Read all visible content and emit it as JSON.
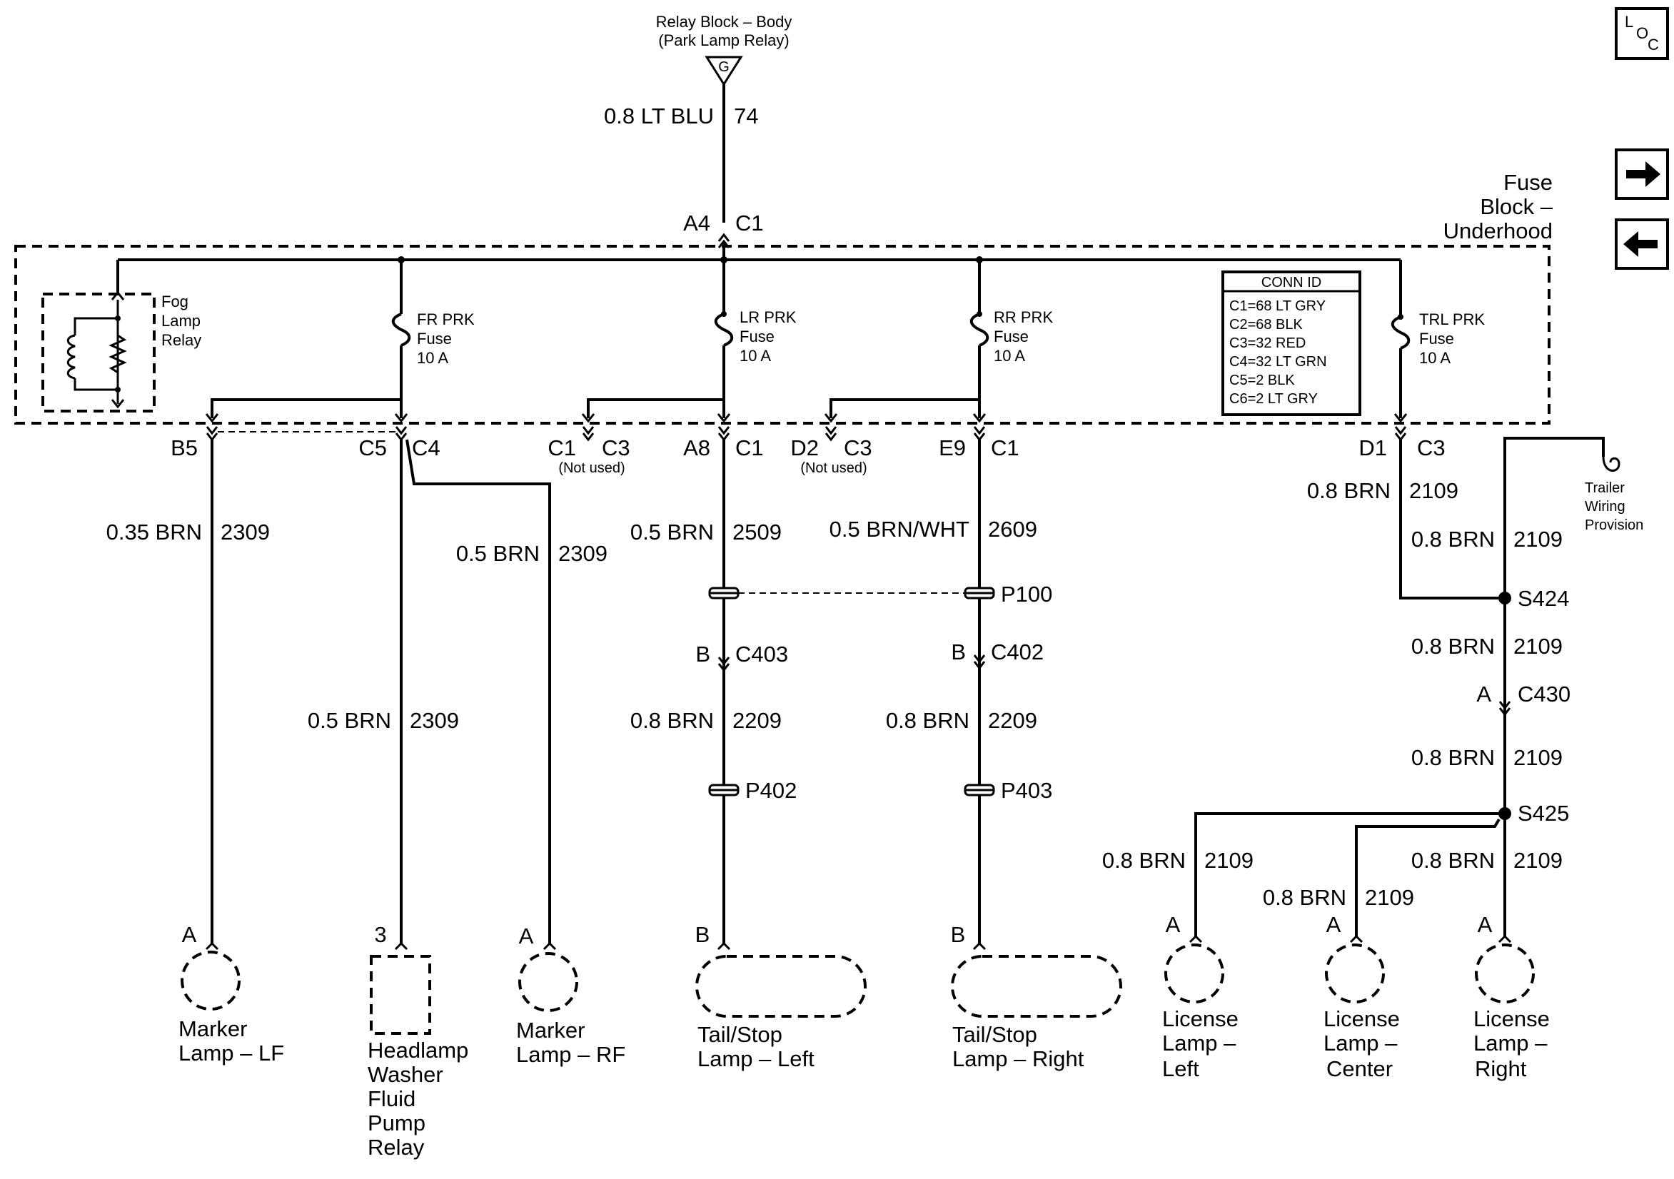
{
  "relay_block": {
    "line1": "Relay Block – Body",
    "line2": "(Park Lamp Relay)",
    "terminal": "G"
  },
  "top_wire": {
    "size_color": "0.8 LT BLU",
    "circuit": "74"
  },
  "fuse_block_pins": {
    "input_pin": "A4",
    "input_conn": "C1"
  },
  "fuse_block": {
    "line1": "Fuse",
    "line2": "Block –",
    "line3": "Underhood"
  },
  "fog_relay": {
    "line1": "Fog",
    "line2": "Lamp",
    "line3": "Relay"
  },
  "fuses": [
    {
      "name": "FR PRK",
      "type": "Fuse",
      "rating": "10 A"
    },
    {
      "name": "LR PRK",
      "type": "Fuse",
      "rating": "10 A"
    },
    {
      "name": "RR PRK",
      "type": "Fuse",
      "rating": "10 A"
    },
    {
      "name": "TRL PRK",
      "type": "Fuse",
      "rating": "10 A"
    }
  ],
  "conn_id": {
    "title": "CONN ID",
    "rows": [
      "C1=68 LT GRY",
      "C2=68 BLK",
      "C3=32 RED",
      "C4=32 LT GRN",
      "C5=2 BLK",
      "C6=2 LT GRY"
    ]
  },
  "pins": {
    "b5": "B5",
    "c5": "C5",
    "c4": "C4",
    "c1a": "C1",
    "c3a": "C3",
    "not_used_a": "(Not used)",
    "a8": "A8",
    "c1b": "C1",
    "d2": "D2",
    "c3b": "C3",
    "not_used_b": "(Not used)",
    "e9": "E9",
    "c1c": "C1",
    "d1": "D1",
    "c3c": "C3"
  },
  "wires": {
    "lf_marker": {
      "size_color": "0.35 BRN",
      "circuit": "2309"
    },
    "rf_marker": {
      "size_color": "0.5 BRN",
      "circuit": "2309"
    },
    "washer": {
      "size_color": "0.5 BRN",
      "circuit": "2309"
    },
    "lr_upper": {
      "size_color": "0.5 BRN",
      "circuit": "2509"
    },
    "lr_lower": {
      "size_color": "0.8 BRN",
      "circuit": "2209"
    },
    "rr_upper": {
      "size_color": "0.5 BRN/WHT",
      "circuit": "2609"
    },
    "rr_lower": {
      "size_color": "0.8 BRN",
      "circuit": "2209"
    },
    "trl_1": {
      "size_color": "0.8 BRN",
      "circuit": "2109"
    },
    "trl_2": {
      "size_color": "0.8 BRN",
      "circuit": "2109"
    },
    "trl_3": {
      "size_color": "0.8 BRN",
      "circuit": "2109"
    },
    "trl_4": {
      "size_color": "0.8 BRN",
      "circuit": "2109"
    },
    "lic_left": {
      "size_color": "0.8 BRN",
      "circuit": "2109"
    },
    "lic_center": {
      "size_color": "0.8 BRN",
      "circuit": "2109"
    },
    "lic_right": {
      "size_color": "0.8 BRN",
      "circuit": "2109"
    }
  },
  "passthroughs": {
    "p100": "P100",
    "p402": "P402",
    "p403": "P403"
  },
  "connectors": {
    "c403": {
      "pin": "B",
      "name": "C403"
    },
    "c402": {
      "pin": "B",
      "name": "C402"
    },
    "c430": {
      "pin": "A",
      "name": "C430"
    }
  },
  "splices": {
    "s424": "S424",
    "s425": "S425"
  },
  "trailer": {
    "line1": "Trailer",
    "line2": "Wiring",
    "line3": "Provision"
  },
  "components": {
    "marker_lf": {
      "pin": "A",
      "line1": "Marker",
      "line2": "Lamp – LF"
    },
    "washer": {
      "pin": "3",
      "line1": "Headlamp",
      "line2": "Washer",
      "line3": "Fluid",
      "line4": "Pump",
      "line5": "Relay"
    },
    "marker_rf": {
      "pin": "A",
      "line1": "Marker",
      "line2": "Lamp – RF"
    },
    "tail_left": {
      "pin": "B",
      "line1": "Tail/Stop",
      "line2": "Lamp – Left"
    },
    "tail_right": {
      "pin": "B",
      "line1": "Tail/Stop",
      "line2": "Lamp – Right"
    },
    "lic_left": {
      "pin": "A",
      "line1": "License",
      "line2": "Lamp –",
      "line3": "Left"
    },
    "lic_center": {
      "pin": "A",
      "line1": "License",
      "line2": "Lamp –",
      "line3": "Center"
    },
    "lic_right": {
      "pin": "A",
      "line1": "License",
      "line2": "Lamp –",
      "line3": "Right"
    }
  },
  "nav": {
    "loc_l": "L",
    "loc_o": "O",
    "loc_c": "C",
    "next_icon": "arrow-right-icon",
    "prev_icon": "arrow-left-icon"
  }
}
